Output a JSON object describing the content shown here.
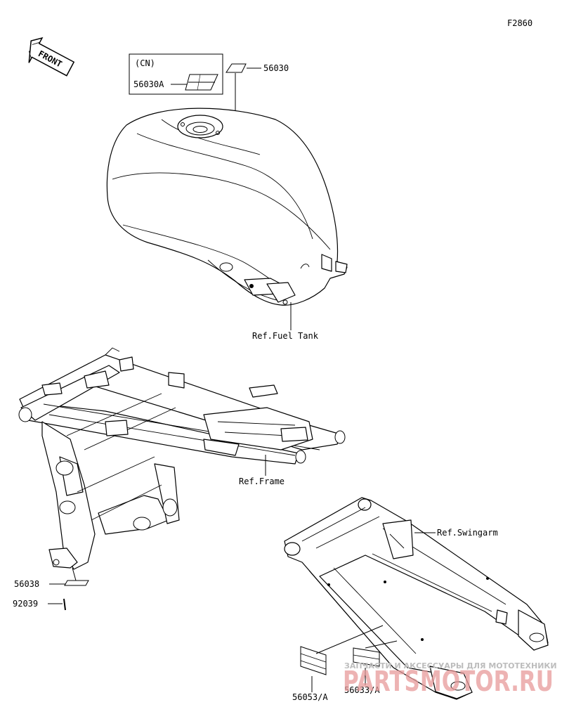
{
  "figure_code": "F2860",
  "front_arrow": "FRONT",
  "cn_note": "(CN)",
  "parts": {
    "label_56030A": "56030A",
    "label_56030": "56030",
    "label_56038": "56038",
    "label_92039": "92039",
    "label_56053A": "56053/A",
    "label_56033A": "56033/A"
  },
  "references": {
    "fuel_tank": "Ref.Fuel Tank",
    "frame": "Ref.Frame",
    "swingarm": "Ref.Swingarm"
  },
  "watermark": {
    "line1": "ЗАПЧАСТИ И АКСЕССУАРЫ ДЛЯ МОТОТЕХНИКИ",
    "line2": "PARTSMOTOR.RU"
  }
}
